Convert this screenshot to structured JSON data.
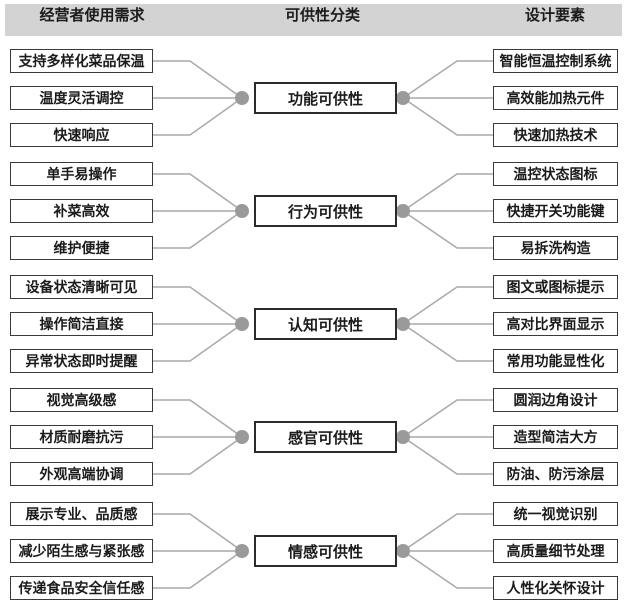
{
  "header": {
    "needs": "经营者使用需求",
    "classification": "可供性分类",
    "elements": "设计要素"
  },
  "colors": {
    "band_background": "#d3d3d3",
    "box_border": "#3a3a3a",
    "category_border": "#2b2b2b",
    "connector_line": "#a9a9a9",
    "connector_dot": "#9a9a9a",
    "text": "#1b1b1b"
  },
  "groups": [
    {
      "category": "功能可供性",
      "needs": [
        "支持多样化菜品保温",
        "温度灵活调控",
        "快速响应"
      ],
      "elements": [
        "智能恒温控制系统",
        "高效能加热元件",
        "快速加热技术"
      ]
    },
    {
      "category": "行为可供性",
      "needs": [
        "单手易操作",
        "补菜高效",
        "维护便捷"
      ],
      "elements": [
        "温控状态图标",
        "快捷开关功能键",
        "易拆洗构造"
      ]
    },
    {
      "category": "认知可供性",
      "needs": [
        "设备状态清晰可见",
        "操作简洁直接",
        "异常状态即时提醒"
      ],
      "elements": [
        "图文或图标提示",
        "高对比界面显示",
        "常用功能显性化"
      ]
    },
    {
      "category": "感官可供性",
      "needs": [
        "视觉高级感",
        "材质耐磨抗污",
        "外观高端协调"
      ],
      "elements": [
        "圆润边角设计",
        "造型简洁大方",
        "防油、防污涂层"
      ]
    },
    {
      "category": "情感可供性",
      "needs": [
        "展示专业、品质感",
        "减少陌生感与紧张感",
        "传递食品安全信任感"
      ],
      "elements": [
        "统一视觉识别",
        "高质量细节处理",
        "人性化关怀设计"
      ]
    }
  ]
}
